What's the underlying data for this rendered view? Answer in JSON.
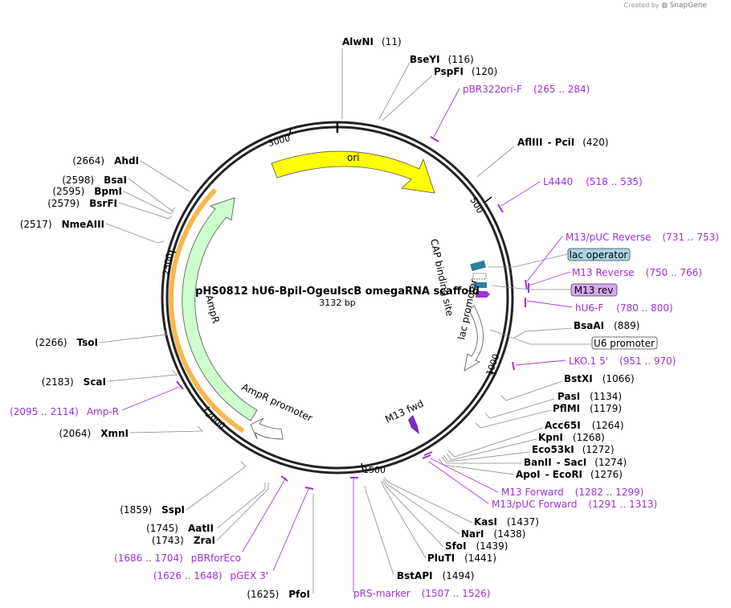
{
  "credit": {
    "created_by": "Created by",
    "brand": "SnapGene"
  },
  "plasmid": {
    "name": "pHS0812 hU6-BpiI-OgeuIscB omegaRNA scaffold",
    "length_label": "3132 bp"
  },
  "ticks": [
    "500",
    "1000",
    "1500",
    "2000",
    "2500",
    "3000"
  ],
  "enzymes": [
    {
      "name": "AlwNI",
      "pos": "(11)"
    },
    {
      "name": "BseYI",
      "pos": "(116)"
    },
    {
      "name": "PspFI",
      "pos": "(120)"
    },
    {
      "name": "AflIII",
      "name2": "PciI",
      "pos": "(420)"
    },
    {
      "name": "BsaAI",
      "pos": "(889)"
    },
    {
      "name": "BstXI",
      "pos": "(1066)"
    },
    {
      "name": "PasI",
      "pos": "(1134)"
    },
    {
      "name": "PflMI",
      "pos": "(1179)"
    },
    {
      "name": "Acc65I",
      "pos": "(1264)"
    },
    {
      "name": "KpnI",
      "pos": "(1268)"
    },
    {
      "name": "Eco53kI",
      "pos": "(1272)"
    },
    {
      "name": "BanII",
      "name2": "SacI",
      "pos": "(1274)"
    },
    {
      "name": "ApoI",
      "name2": "EcoRI",
      "pos": "(1276)"
    },
    {
      "name": "KasI",
      "pos": "(1437)"
    },
    {
      "name": "NarI",
      "pos": "(1438)"
    },
    {
      "name": "SfoI",
      "pos": "(1439)"
    },
    {
      "name": "PluTI",
      "pos": "(1441)"
    },
    {
      "name": "BstAPI",
      "pos": "(1494)"
    },
    {
      "name": "PfoI",
      "pos": "(1625)"
    },
    {
      "name": "ZraI",
      "pos": "(1743)"
    },
    {
      "name": "AatII",
      "pos": "(1745)"
    },
    {
      "name": "SspI",
      "pos": "(1859)"
    },
    {
      "name": "XmnI",
      "pos": "(2064)"
    },
    {
      "name": "ScaI",
      "pos": "(2183)"
    },
    {
      "name": "TsoI",
      "pos": "(2266)"
    },
    {
      "name": "NmeAIII",
      "pos": "(2517)"
    },
    {
      "name": "BsrFI",
      "pos": "(2579)"
    },
    {
      "name": "BpmI",
      "pos": "(2595)"
    },
    {
      "name": "BsaI",
      "pos": "(2598)"
    },
    {
      "name": "AhdI",
      "pos": "(2664)"
    }
  ],
  "primers": [
    {
      "name": "pBR322ori-F",
      "range": "(265 .. 284)"
    },
    {
      "name": "L4440",
      "range": "(518 .. 535)"
    },
    {
      "name": "M13/pUC Reverse",
      "range": "(731 .. 753)"
    },
    {
      "name": "M13 Reverse",
      "range": "(750 .. 766)"
    },
    {
      "name": "hU6-F",
      "range": "(780 .. 800)"
    },
    {
      "name": "LKO.1 5'",
      "range": "(951 .. 970)"
    },
    {
      "name": "M13 Forward",
      "range": "(1282 .. 1299)"
    },
    {
      "name": "M13/pUC Forward",
      "range": "(1291 .. 1313)"
    },
    {
      "name": "pRS-marker",
      "range": "(1507 .. 1526)"
    },
    {
      "name": "pGEX 3'",
      "range": "(1626 .. 1648)"
    },
    {
      "name": "pBRforEco",
      "range": "(1686 .. 1704)"
    },
    {
      "name": "Amp-R",
      "range": "(2095 .. 2114)"
    }
  ],
  "boxed_features": [
    {
      "name": "lac operator",
      "fill": "#a7d5e4"
    },
    {
      "name": "M13 rev",
      "fill": "#d7a8f2"
    },
    {
      "name": "U6 promoter",
      "fill": "#ffffff"
    }
  ],
  "features": {
    "ori": "ori",
    "ampr": "AmpR",
    "ampr_promoter": "AmpR promoter",
    "cap": "CAP binding site",
    "lac_promoter": "lac promoter",
    "m13_fwd": "M13 fwd"
  },
  "colors": {
    "ori": "#ffff00",
    "ampr": "#ccffcc",
    "ampr_outline": "#f5a623",
    "cap": "#2e7f99",
    "primer": "#9b32d6",
    "primer_arrow": "#7b2bbf"
  }
}
